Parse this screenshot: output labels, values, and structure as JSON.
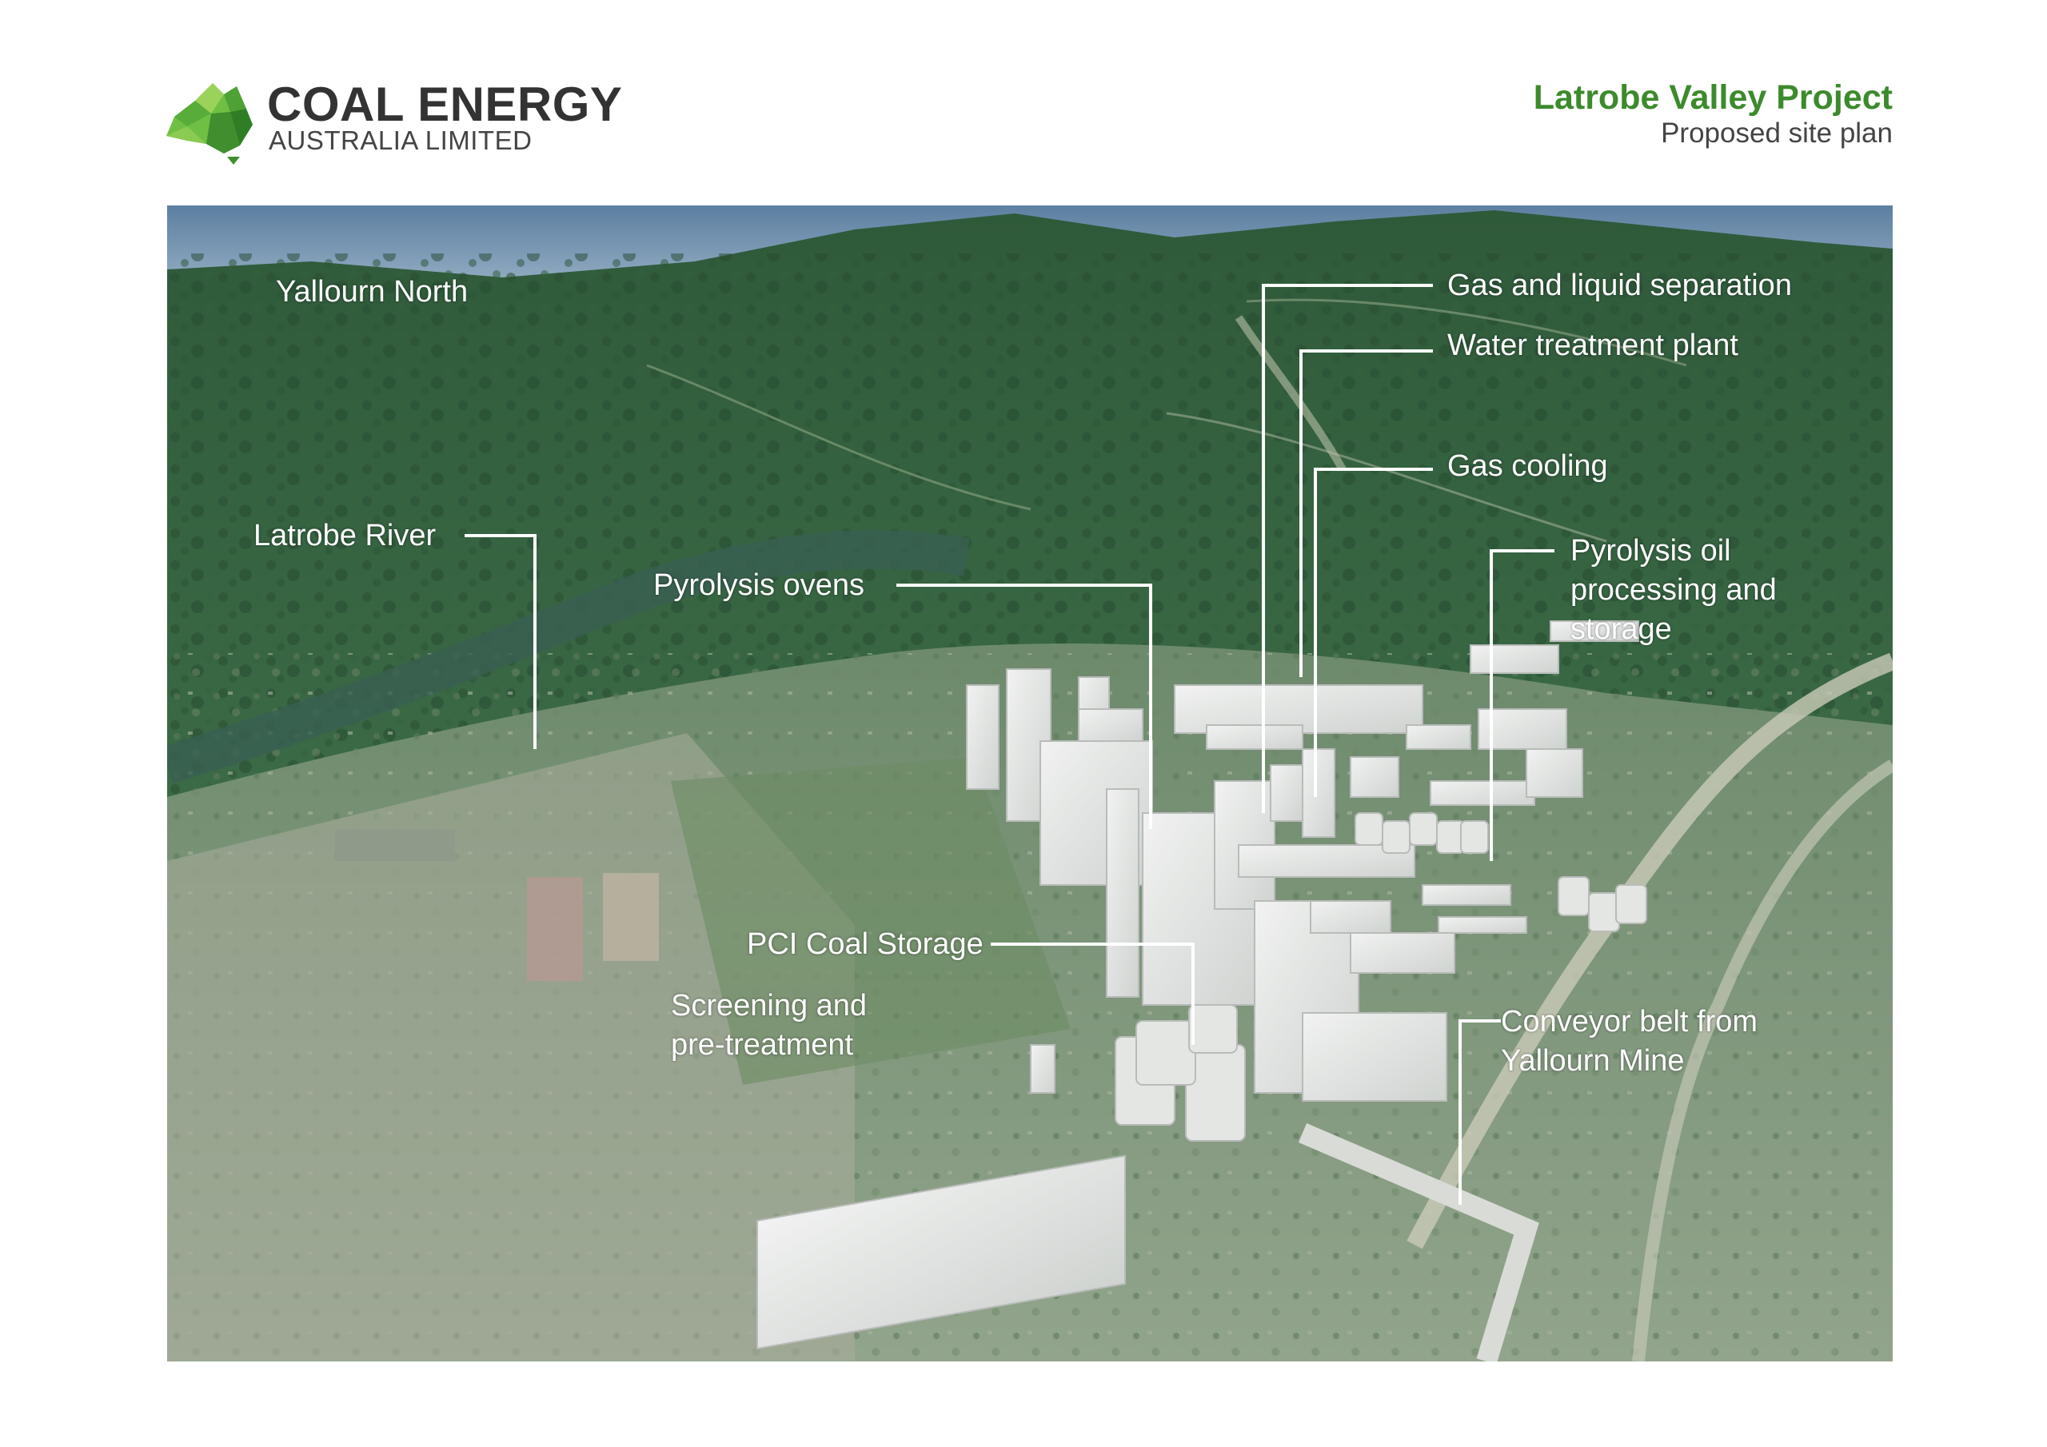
{
  "header": {
    "brand_name": "COAL ENERGY",
    "brand_subtitle": "AUSTRALIA LIMITED",
    "project_title": "Latrobe Valley Project",
    "project_subtitle": "Proposed site plan"
  },
  "colors": {
    "brand_green": "#3c8a2c",
    "text_dark": "#333333",
    "label_white": "#ffffff"
  },
  "labels": {
    "yallourn_north": "Yallourn North",
    "latrobe_river": "Latrobe River",
    "pyrolysis_ovens": "Pyrolysis ovens",
    "gas_liquid_separation": "Gas and liquid separation",
    "water_treatment_plant": "Water treatment plant",
    "gas_cooling": "Gas cooling",
    "pyrolysis_oil_line1": "Pyrolysis oil",
    "pyrolysis_oil_line2": "processing and",
    "pyrolysis_oil_line3": "storage",
    "pci_coal_storage": "PCI Coal Storage",
    "screening_line1": "Screening and",
    "screening_line2": "pre-treatment",
    "conveyor_line1": "Conveyor belt from",
    "conveyor_line2": "Yallourn Mine"
  }
}
